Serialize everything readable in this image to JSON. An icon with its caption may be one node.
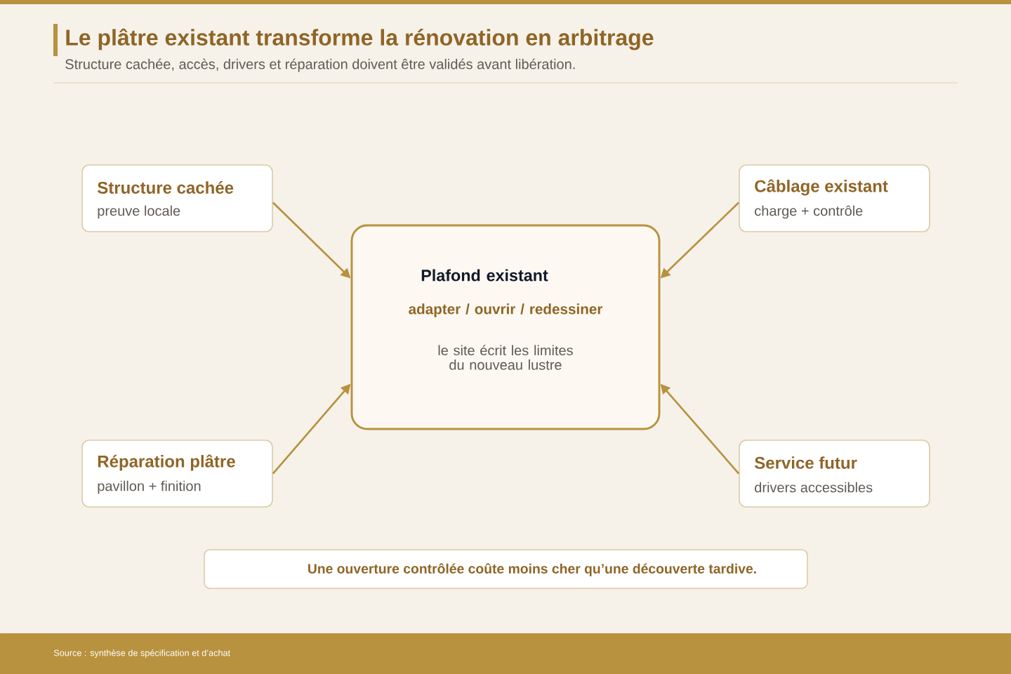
{
  "diagram": {
    "title": "Le plâtre existant transforme la rénovation en arbitrage",
    "nodes": [
      {
        "text": [
          "Plafond existant",
          "adapter / ouvrir / redessiner",
          "le site écrit les limites du nouveau lustre"
        ]
      },
      {
        "text": [
          "Structure cachée",
          "preuve locale"
        ]
      },
      {
        "text": [
          "Câblage existant",
          "charge + contrôle"
        ]
      },
      {
        "text": [
          "Réparation plâtre",
          "pavillon + finition"
        ]
      },
      {
        "text": [
          "Service futur",
          "drivers accessibles"
        ]
      },
      {
        "text": [
          "Une ouverture contrôlée coûte moins cher qu’une découverte tardive."
        ]
      }
    ],
    "edges": [
      {
        "from": 1,
        "to": 0,
        "arrow": "to"
      },
      {
        "from": 2,
        "to": 0,
        "arrow": "to"
      },
      {
        "from": 3,
        "to": 0,
        "arrow": "to"
      },
      {
        "from": 4,
        "to": 0,
        "arrow": "to"
      }
    ],
    "labels": [
      "Structure cachée, accès, drivers et réparation doivent être validés avant libération.",
      "Source : synthèse de spécification et d’achat"
    ]
  }
}
